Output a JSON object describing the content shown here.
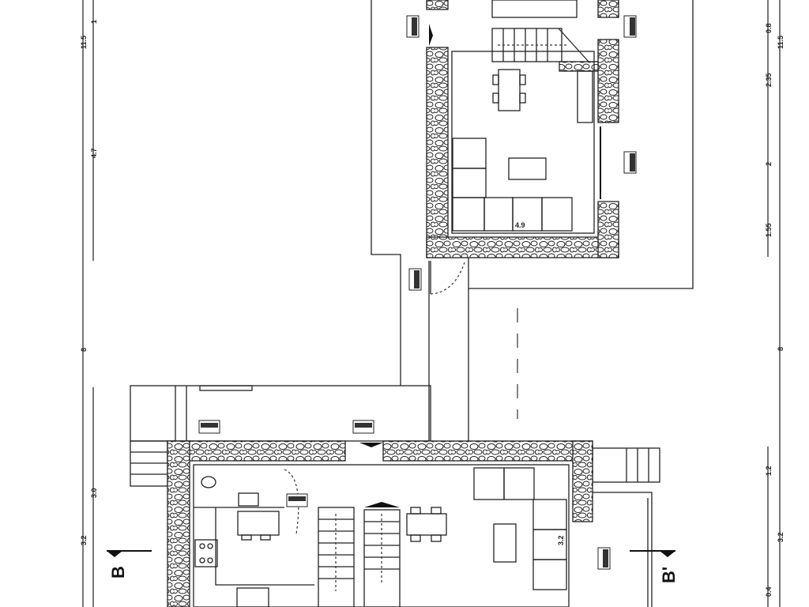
{
  "drawing": {
    "type": "architectural floor plan",
    "section_marks": {
      "left": "B",
      "right": "B'"
    },
    "left_dimensions": {
      "outer_total": "11.5",
      "upper_top": "1",
      "upper_main": "4.7",
      "middle": "8",
      "lower_a": "3.0",
      "lower_b": "3.2"
    },
    "right_dimensions": {
      "outer_total": "11.5",
      "upper_top": "0.8",
      "upper_a": "2.35",
      "upper_b": "2",
      "upper_c": "1.55",
      "middle": "8",
      "lower_a": "1.2",
      "lower_b": "3.2",
      "lower_c": "0.4"
    },
    "room_dimensions": {
      "upper_room_width": "4.9",
      "lower_living_depth": "3.2"
    }
  }
}
